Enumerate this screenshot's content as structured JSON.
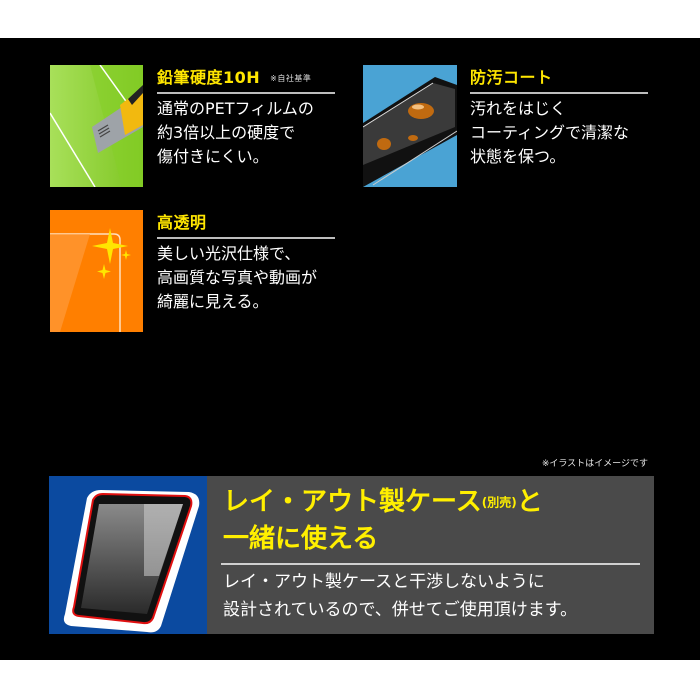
{
  "features": [
    {
      "id": "hardness",
      "title": "鉛筆硬度10H",
      "note": "※自社基準",
      "description": "通常のPETフィルムの\n約3倍以上の硬度で\n傷付きにくい。",
      "icon": "cutter-knife-icon",
      "color": "#7dc520"
    },
    {
      "id": "antifouling",
      "title": "防汚コート",
      "description": "汚れをはじく\nコーティングで清潔な\n状態を保つ。",
      "icon": "water-droplet-icon",
      "color": "#4aa3d4"
    },
    {
      "id": "transparency",
      "title": "高透明",
      "description": "美しい光沢仕様で、\n高画質な写真や動画が\n綺麗に見える。",
      "icon": "sparkle-icon",
      "color": "#ff7f00"
    }
  ],
  "caption": "※イラストはイメージです",
  "banner": {
    "title_line1": "レイ・アウト製ケース",
    "title_small": "(別売)",
    "title_line1_end": "と",
    "title_line2": "一緒に使える",
    "description": "レイ・アウト製ケースと干渉しないように\n設計されているので、併せてご使用頂けます。",
    "icon": "phone-case-icon",
    "colors": {
      "left_bg": "#0b4aa0",
      "right_bg": "#4a4a4a",
      "title": "#ffef00",
      "case_outline": "#e01010"
    }
  }
}
